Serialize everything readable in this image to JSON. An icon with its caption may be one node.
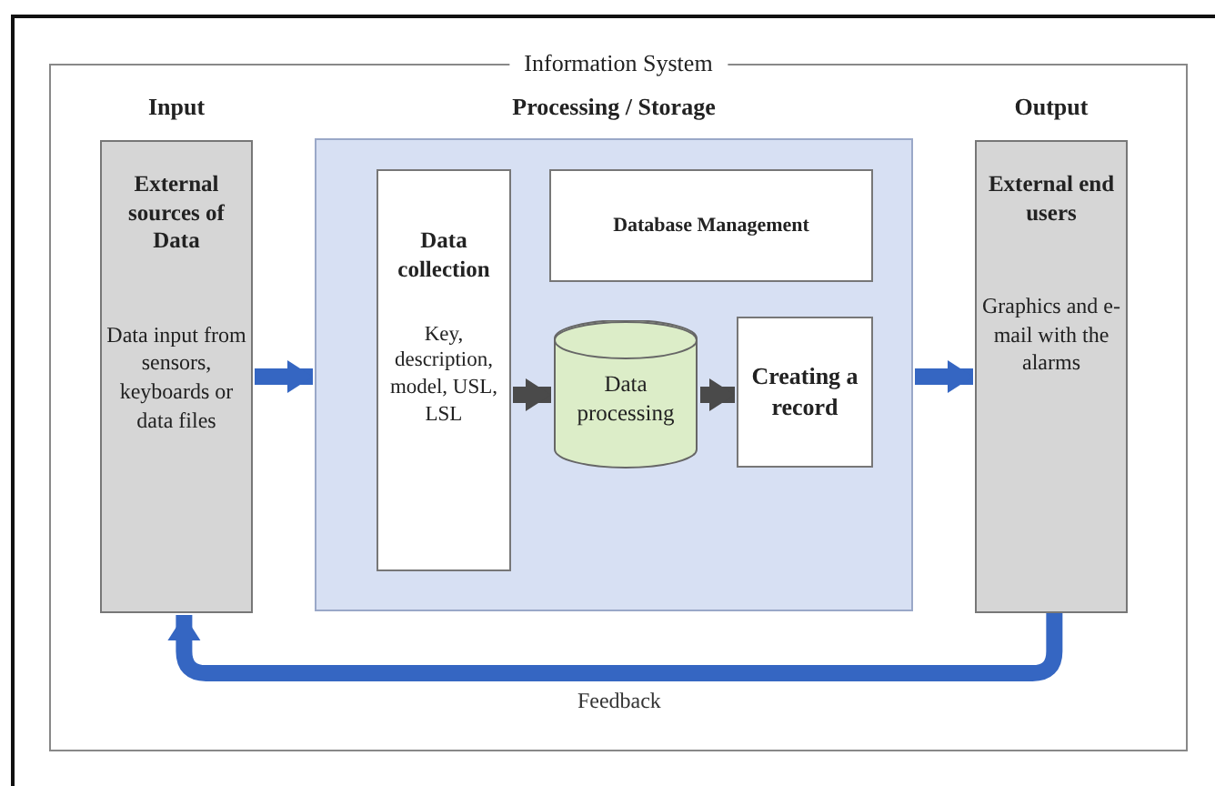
{
  "diagram": {
    "nodes": [
      {
        "text": [
          "Information System"
        ]
      },
      {
        "text": [
          "Input",
          "External sources of Data",
          "Data input from sensors, keyboards or data files"
        ],
        "in": 0
      },
      {
        "text": [
          "Processing / Storage"
        ],
        "in": 0
      },
      {
        "text": [
          "Data collection",
          "Key, description, model, USL, LSL"
        ],
        "in": 2
      },
      {
        "text": [
          "Database Management"
        ],
        "in": 2
      },
      {
        "text": [
          "Data processing"
        ],
        "in": 2
      },
      {
        "text": [
          "Creating a record"
        ],
        "in": 2
      },
      {
        "text": [
          "Output",
          "External end users",
          "Graphics and e-mail with the alarms"
        ],
        "in": 0
      }
    ],
    "edges": [
      {
        "from": 1,
        "to": 2,
        "arrow": "to"
      },
      {
        "from": 2,
        "to": 7,
        "arrow": "to"
      },
      {
        "from": 3,
        "to": 5,
        "arrow": "to",
        "color": "#4a4a4a"
      },
      {
        "from": 5,
        "to": 6,
        "arrow": "to",
        "color": "#4a4a4a"
      },
      {
        "from": 7,
        "to": 1,
        "arrow": "to",
        "label": "Feedback"
      }
    ]
  }
}
